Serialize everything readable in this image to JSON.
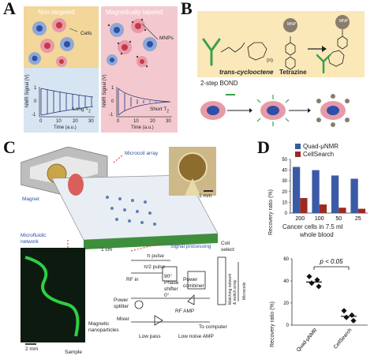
{
  "panel_labels": [
    "A",
    "B",
    "C",
    "D"
  ],
  "panel_a": {
    "left_title": "Non-targeted",
    "right_title": "Magnetically labeled",
    "cells_label": "Cells",
    "mnps_label": "MNPs",
    "y_label": "NMR Signal (V)",
    "x_label": "Time (a.u.)",
    "long_label": "Long T",
    "short_label": "Short T",
    "t2_sub": "2",
    "x_ticks": [
      "0",
      "10",
      "20",
      "30"
    ],
    "y_ticks": [
      "1",
      "0",
      "-1"
    ]
  },
  "panel_b": {
    "tco": "trans-cyclooctene",
    "tetrazine": "Tetrazine",
    "mnp": "MNP",
    "n_label": "(n)",
    "bond_label": "2-step BOND"
  },
  "panel_c": {
    "microcoil_array": "Microcoil array",
    "magnet": "Magnet",
    "microfluidic": "Microfluidic",
    "network": "network",
    "scale_1cm": "1 cm",
    "scale_1mm": "1 mm",
    "scale_2mm": "2 mm",
    "magnetic": "Magnetic",
    "nanoparticles": "nanoparticles",
    "sample": "Sample",
    "signal_processing": "Signal processing",
    "pi_pulse": "π pulse",
    "pi2_pulse": "π/2 pulse",
    "rf_in": "RF in",
    "phase_1": "90°",
    "phase_2": "Phase",
    "phase_3": "shifter",
    "phase_4": "0°",
    "power_combiner_1": "Power",
    "power_combiner_2": "combiner",
    "power_splitter_1": "Power",
    "power_splitter_2": "splitter",
    "coil_select_1": "Coil",
    "coil_select_2": "select",
    "mixer": "Mixer",
    "rf_amp": "RF AMP",
    "low_pass": "Low pass",
    "low_noise_amp": "Low noise AMP",
    "to_computer": "To computer",
    "matching": "Matching network",
    "switch": "& switch array",
    "microcoils": "Microcoils"
  },
  "panel_d": {
    "legend_quad": "Quad-μNMR",
    "legend_cellsearch": "CellSearch",
    "colors": {
      "quad": "#3b5aa6",
      "cellsearch": "#9b2a27"
    },
    "x_title_1": "Cancer cells in 7.5 ml",
    "x_title_2": "whole blood",
    "significance": "p < 0.05"
  },
  "chart_data": [
    {
      "type": "bar",
      "categories": [
        "200",
        "100",
        "50",
        "25"
      ],
      "series": [
        {
          "name": "Quad-μNMR",
          "values": [
            43,
            40,
            35,
            32
          ]
        },
        {
          "name": "CellSearch",
          "values": [
            14,
            8,
            5,
            4
          ]
        }
      ],
      "xlabel": "Cancer cells in 7.5 ml whole blood",
      "ylabel": "Recovery ratio (%)",
      "ylim": [
        0,
        50
      ],
      "yticks": [
        "0",
        "10",
        "20",
        "30",
        "40",
        "50"
      ],
      "legend": "top-right"
    },
    {
      "type": "scatter",
      "categories": [
        "Quad-μNMR",
        "CellSearch"
      ],
      "series": [
        {
          "name": "Quad-μNMR",
          "values": [
            44,
            41,
            38,
            35
          ],
          "mean": 39
        },
        {
          "name": "CellSearch",
          "values": [
            13,
            9,
            7,
            4
          ],
          "mean": 8
        }
      ],
      "ylabel": "Recovery ratio (%)",
      "ylim": [
        0,
        60
      ],
      "yticks": [
        "0",
        "20",
        "40",
        "60"
      ],
      "annotation": "p < 0.05"
    }
  ]
}
